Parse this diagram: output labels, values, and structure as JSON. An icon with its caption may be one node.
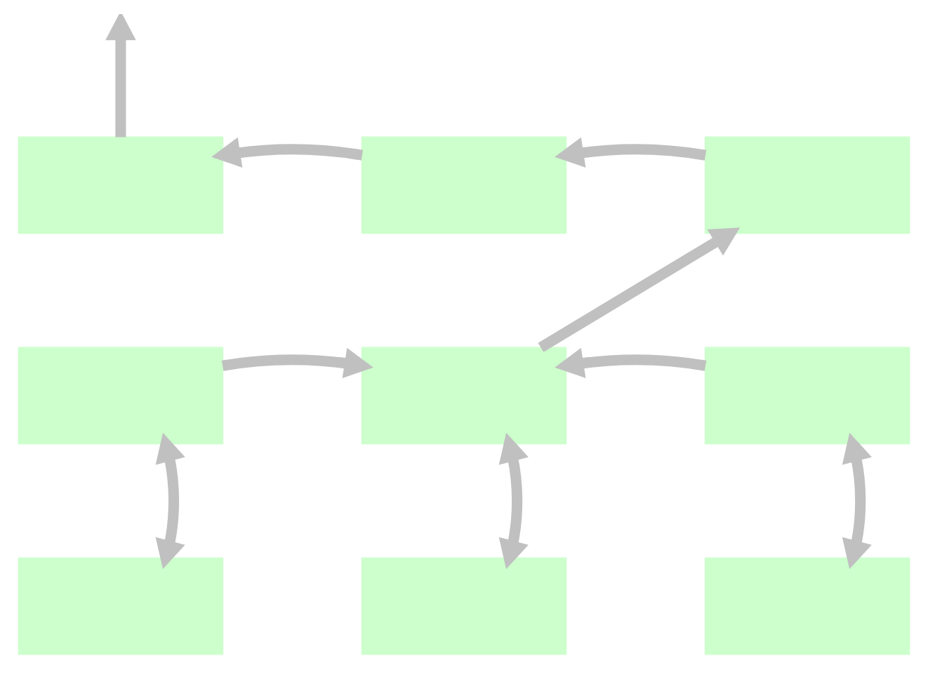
{
  "diagram": {
    "nodes": [
      {
        "text": [],
        "shape": "box"
      },
      {
        "text": [],
        "shape": "box"
      },
      {
        "text": [],
        "shape": "box"
      },
      {
        "text": [],
        "shape": "box"
      },
      {
        "text": [],
        "shape": "box"
      },
      {
        "text": [],
        "shape": "box"
      },
      {
        "text": [],
        "shape": "box"
      },
      {
        "text": [],
        "shape": "box"
      },
      {
        "text": [],
        "shape": "box"
      }
    ],
    "edges": [
      {
        "from": 0,
        "to": null,
        "arrow": "to"
      },
      {
        "from": 1,
        "to": 0,
        "arrow": "to"
      },
      {
        "from": 2,
        "to": 1,
        "arrow": "to"
      },
      {
        "from": 4,
        "to": 2,
        "arrow": "to"
      },
      {
        "from": 3,
        "to": 4,
        "arrow": "to"
      },
      {
        "from": 5,
        "to": 4,
        "arrow": "to"
      },
      {
        "from": 3,
        "to": 6,
        "arrow": "both"
      },
      {
        "from": 4,
        "to": 7,
        "arrow": "both"
      },
      {
        "from": 5,
        "to": 8,
        "arrow": "both"
      }
    ]
  }
}
